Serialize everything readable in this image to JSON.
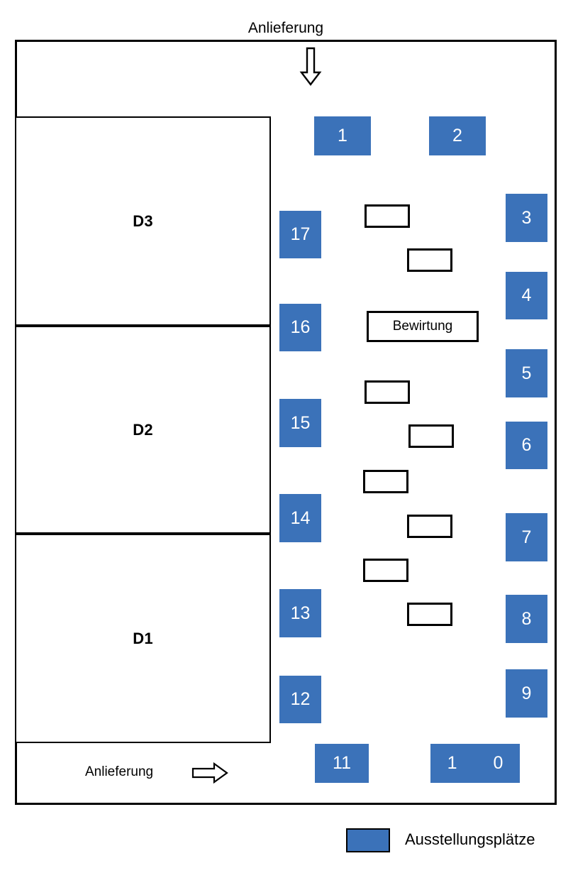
{
  "diagram": {
    "title_top": "Anlieferung",
    "delivery_bottom_label": "Anlieferung",
    "catering_label": "Bewirtung"
  },
  "halls": [
    {
      "id": "D3",
      "label": "D3"
    },
    {
      "id": "D2",
      "label": "D2"
    },
    {
      "id": "D1",
      "label": "D1"
    }
  ],
  "stands": [
    {
      "id": "1",
      "label": "1"
    },
    {
      "id": "2",
      "label": "2"
    },
    {
      "id": "3",
      "label": "3"
    },
    {
      "id": "4",
      "label": "4"
    },
    {
      "id": "5",
      "label": "5"
    },
    {
      "id": "6",
      "label": "6"
    },
    {
      "id": "7",
      "label": "7"
    },
    {
      "id": "8",
      "label": "8"
    },
    {
      "id": "9",
      "label": "9"
    },
    {
      "id": "10",
      "label": "1 0"
    },
    {
      "id": "11",
      "label": "11"
    },
    {
      "id": "12",
      "label": "12"
    },
    {
      "id": "13",
      "label": "13"
    },
    {
      "id": "14",
      "label": "14"
    },
    {
      "id": "15",
      "label": "15"
    },
    {
      "id": "16",
      "label": "16"
    },
    {
      "id": "17",
      "label": "17"
    }
  ],
  "legend": {
    "swatch_color": "#3b72b9",
    "label": "Ausstellungsplätze"
  },
  "colors": {
    "stand_blue": "#3b72b9",
    "outline_black": "#000000",
    "background": "#ffffff",
    "stand_text": "#ffffff"
  },
  "icons": {
    "delivery_arrow_down": "arrow-down-icon",
    "delivery_arrow_right": "arrow-right-icon"
  }
}
